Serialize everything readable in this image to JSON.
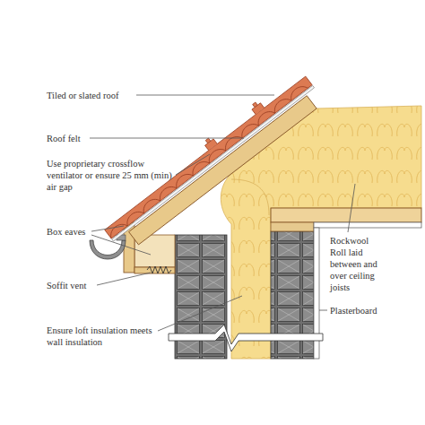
{
  "diagram": {
    "labels": [
      "Tiled or slated roof",
      "Roof felt",
      "Use proprietary crossflow ventilator or ensure 25 mm (min) air gap",
      "Box eaves",
      "Soffit vent",
      "Ensure loft insulation meets wall insulation",
      "Rockwool Roll laid between and over ceiling joists",
      "Plasterboard"
    ]
  }
}
